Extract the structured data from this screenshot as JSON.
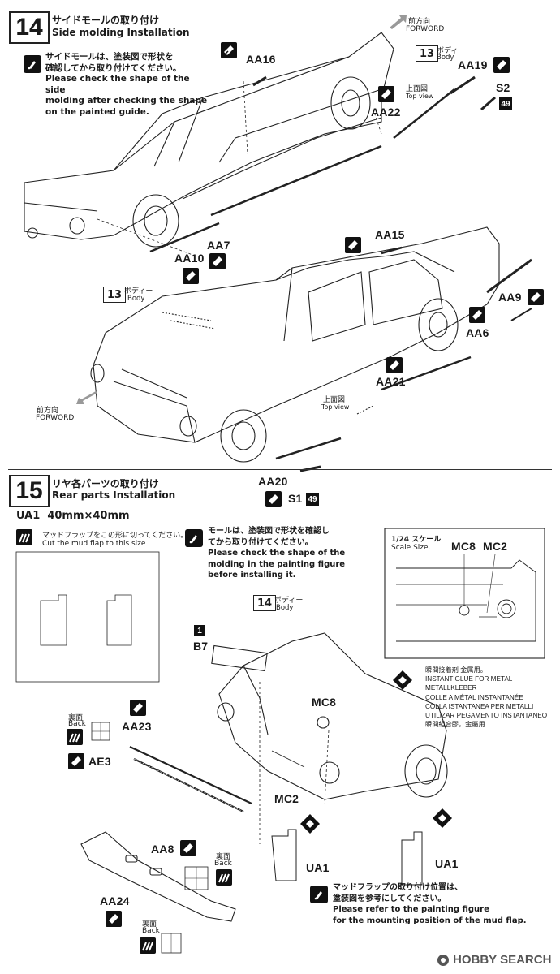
{
  "step14": {
    "number": "14",
    "title_jp": "サイドモールの取り付け",
    "title_en": "Side molding  Installation",
    "note_jp_1": "サイドモールは、塗装図で形状を",
    "note_jp_2": "確認してから取り付けてください。",
    "note_en_1": "Please check the shape of the side",
    "note_en_2": "molding after checking the shape",
    "note_en_3": "on the painted guide.",
    "forward_top_jp": "前方向",
    "forward_top_en": "FORWORD",
    "forward_mid_jp": "前方向",
    "forward_mid_en": "FORWORD",
    "ref_body_top": {
      "num": "13",
      "jp": "ボディー",
      "en": "Body"
    },
    "ref_body_mid": {
      "num": "13",
      "jp": "ボディー",
      "en": "Body"
    },
    "top_view_jp": "上面図",
    "top_view_en": "Top view",
    "top_view2_jp": "上面図",
    "top_view2_en": "Top view",
    "parts": {
      "aa16": "AA16",
      "aa19": "AA19",
      "s2": "S2",
      "s2_paint": "49",
      "aa22": "AA22",
      "aa7": "AA7",
      "aa10": "AA10",
      "aa15": "AA15",
      "aa9": "AA9",
      "aa6": "AA6",
      "aa21": "AA21",
      "aa20": "AA20",
      "s1": "S1",
      "s1_paint": "49"
    }
  },
  "step15": {
    "number": "15",
    "title_jp": "リヤ各パーツの取り付け",
    "title_en": "Rear parts Installation",
    "ua1_size": "UA1  40mm×40mm",
    "cut_jp": "マッドフラップをこの形に切ってください。",
    "cut_en": "Cut the mud flap to this size",
    "note_jp_1": "モールは、塗装図で形状を確認し",
    "note_jp_2": "てから取り付けてください。",
    "note_en_1": "Please check the shape of the",
    "note_en_2": "molding in the painting figure",
    "note_en_3": "before installing it.",
    "ref_body": {
      "num": "14",
      "jp": "ボディー",
      "en": "Body"
    },
    "scale_title_jp": "1/24 スケール",
    "scale_title_en": "Scale Size.",
    "scale_mc8": "MC8",
    "scale_mc2": "MC2",
    "glue_lines": [
      "瞬間接着剤  金属用。",
      "INSTANT GLUE FOR METAL",
      "METALLKLEBER",
      "COLLE A MÉTAL INSTANTANÉE",
      "COLLA ISTANTANEA PER METALLI",
      "UTILIZAR PEGAMENTO INSTANTANEO",
      "瞬間組合膠，金屬用"
    ],
    "b7_ref": "1",
    "parts": {
      "b7": "B7",
      "mc8": "MC8",
      "mc2": "MC2",
      "aa23": "AA23",
      "ae3": "AE3",
      "aa8": "AA8",
      "aa24": "AA24",
      "ua1_left": "UA1",
      "ua1_right": "UA1"
    },
    "back_jp": "裏面",
    "back_en": "Back",
    "back2_jp": "裏面",
    "back2_en": "Back",
    "back3_jp": "裏面",
    "back3_en": "Back",
    "flap_note_jp_1": "マッドフラップの取り付け位置は、",
    "flap_note_jp_2": "塗装図を参考にしてください。",
    "flap_note_en_1": "Please refer to the painting figure",
    "flap_note_en_2": "for the mounting position of the mud flap."
  },
  "watermark": "HOBBY SEARCH",
  "icons": [
    "note-icon",
    "part-icon",
    "cut-icon",
    "glue-diamond-icon"
  ]
}
